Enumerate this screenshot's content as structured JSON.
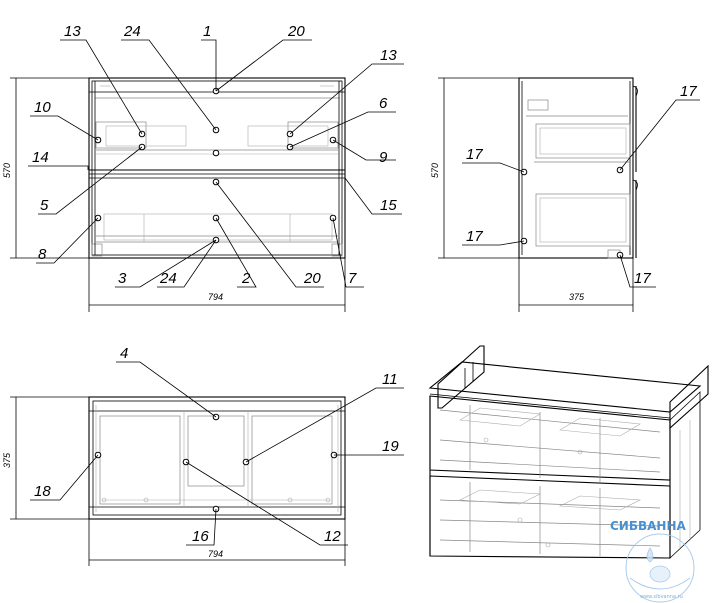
{
  "front_view": {
    "callouts": {
      "c13a": "13",
      "c24a": "24",
      "c1": "1",
      "c20a": "20",
      "c13b": "13",
      "c10": "10",
      "c6": "6",
      "c14": "14",
      "c9": "9",
      "c5": "5",
      "c15": "15",
      "c8": "8",
      "c7": "7",
      "c3": "3",
      "c24b": "24",
      "c2": "2",
      "c20b": "20"
    },
    "dim_height": "570",
    "dim_width": "794"
  },
  "side_view": {
    "callouts": {
      "c17a": "17",
      "c17b": "17",
      "c17c": "17",
      "c17d": "17"
    },
    "dim_height": "570",
    "dim_width": "375"
  },
  "top_view": {
    "callouts": {
      "c4": "4",
      "c11": "11",
      "c19": "19",
      "c18": "18",
      "c16": "16",
      "c12": "12"
    },
    "dim_height": "375",
    "dim_width": "794"
  },
  "watermark": {
    "brand": "СИБВАННА",
    "url": "www.sibvanna.ru",
    "color": "#4a8fd0"
  }
}
